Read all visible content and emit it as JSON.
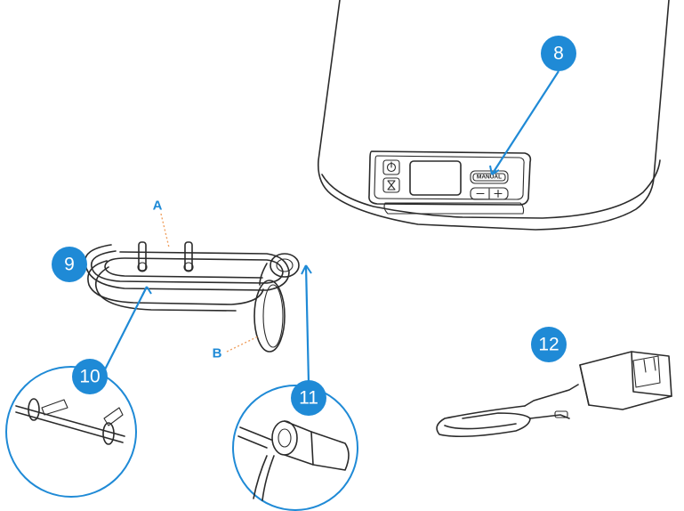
{
  "callouts": {
    "c8": "8",
    "c9": "9",
    "c10": "10",
    "c11": "11",
    "c12": "12"
  },
  "letters": {
    "a": "A",
    "b": "B"
  },
  "device": {
    "manual_label": "MANUAL"
  },
  "colors": {
    "accent": "#1f8ad6",
    "dotted_leader": "#f0a060",
    "ink": "#2b2b2b"
  },
  "icons": {
    "power": "power-icon",
    "timer": "hourglass-icon",
    "plus_minus": "plus-minus-icon"
  }
}
